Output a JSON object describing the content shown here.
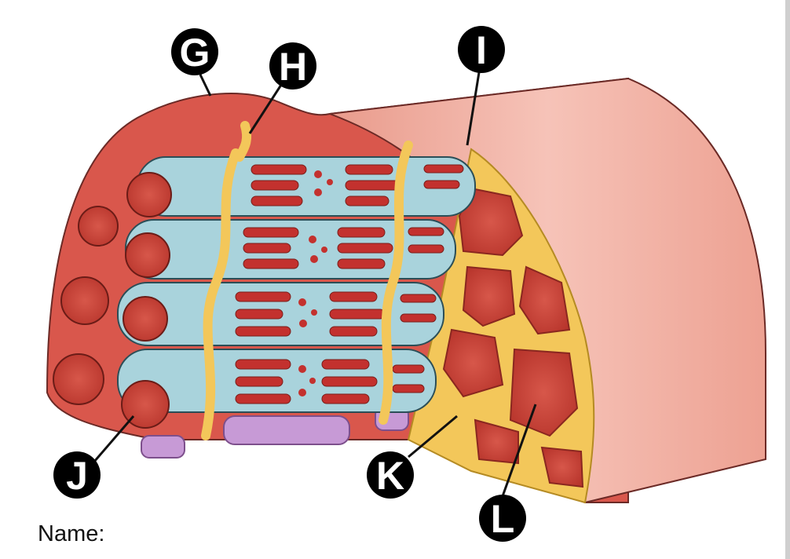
{
  "labels": {
    "G": "G",
    "H": "H",
    "I": "I",
    "J": "J",
    "K": "K",
    "L": "L"
  },
  "footer": {
    "name_label": "Name:"
  },
  "colors": {
    "muscle_outer": "#e88c7c",
    "muscle_light": "#f2b3a6",
    "muscle_dark": "#c9463a",
    "sarcolemma_blue": "#a9d3dc",
    "myofibril_red": "#c3312e",
    "t_tubule_yellow": "#f3c75a",
    "nucleus_purple": "#c79ad6",
    "label_circle": "#000000"
  }
}
